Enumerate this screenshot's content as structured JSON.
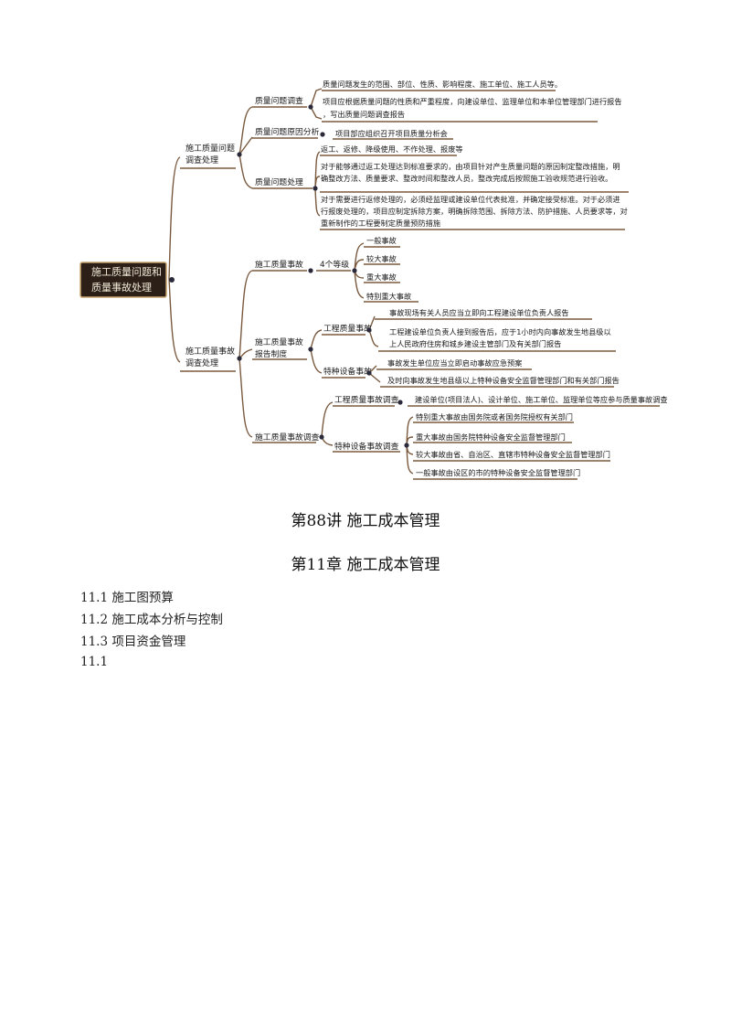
{
  "mindmap": {
    "root": "施工质量问题和质量事故处理",
    "branch1": {
      "label": "施工质量问题调查处理",
      "n1": {
        "label": "质量问题调查",
        "items": [
          "质量问题发生的范围、部位、性质、影响程度、施工单位、施工人员等。",
          "项目应根据质量问题的性质和严重程度，向建设单位、监理单位和本单位管理部门进行报告，写出质量问题调查报告"
        ]
      },
      "n2": {
        "label": "质量问题原因分析",
        "items": [
          "项目部应组织召开项目质量分析会"
        ]
      },
      "n3": {
        "label": "质量问题处理",
        "items": [
          "返工、返修、降级使用、不作处理、报废等",
          "对于能够通过返工处理达到标准要求的，由项目针对产生质量问题的原因制定整改措施，明确整改方法、质量要求、整改时间和整改人员，整改完成后按照施工验收规范进行验收。",
          "对于需要进行返修处理的，必须经监理或建设单位代表批准，并确定接受标准。对于必须进行报废处理的，项目应制定拆除方案，明确拆除范围、拆除方法、防护措施、人员要求等，对重新制作的工程要制定质量预防措施"
        ]
      }
    },
    "branch2": {
      "label": "施工质量事故调查处理",
      "m1": {
        "label": "施工质量事故",
        "sub": "4个等级",
        "levels": [
          "一般事故",
          "较大事故",
          "重大事故",
          "特别重大事故"
        ]
      },
      "m2": {
        "label": "施工质量事故报告制度",
        "a": {
          "label": "工程质量事故",
          "items": [
            "事故现场有关人员应当立即向工程建设单位负责人报告",
            "工程建设单位负责人接到报告后，应于1小时内向事故发生地县级以上人民政府住房和城乡建设主管部门及有关部门报告"
          ]
        },
        "b": {
          "label": "特种设备事故",
          "items": [
            "事故发生单位应当立即启动事故应急预案",
            "及时向事故发生地县级以上特种设备安全监督管理部门和有关部门报告"
          ]
        }
      },
      "m3": {
        "label": "施工质量事故调查",
        "a": {
          "label": "工程质量事故调查",
          "items": [
            "建设单位(项目法人)、设计单位、施工单位、监理单位等应参与质量事故调查"
          ]
        },
        "b": {
          "label": "特种设备事故调查",
          "items": [
            "特别重大事故由国务院或者国务院授权有关部门",
            "重大事故由国务院特种设备安全监督管理部门",
            "较大事故由省、自治区、直辖市特种设备安全监督管理部门",
            "一般事故由设区的市的特种设备安全监督管理部门"
          ]
        }
      }
    }
  },
  "lecture_title": "第88讲  施工成本管理",
  "chapter_title": "第11章  施工成本管理",
  "toc": [
    "11.1 施工图预算",
    "11.2 施工成本分析与控制",
    "11.3 项目资金管理"
  ],
  "section_start": "11.1"
}
